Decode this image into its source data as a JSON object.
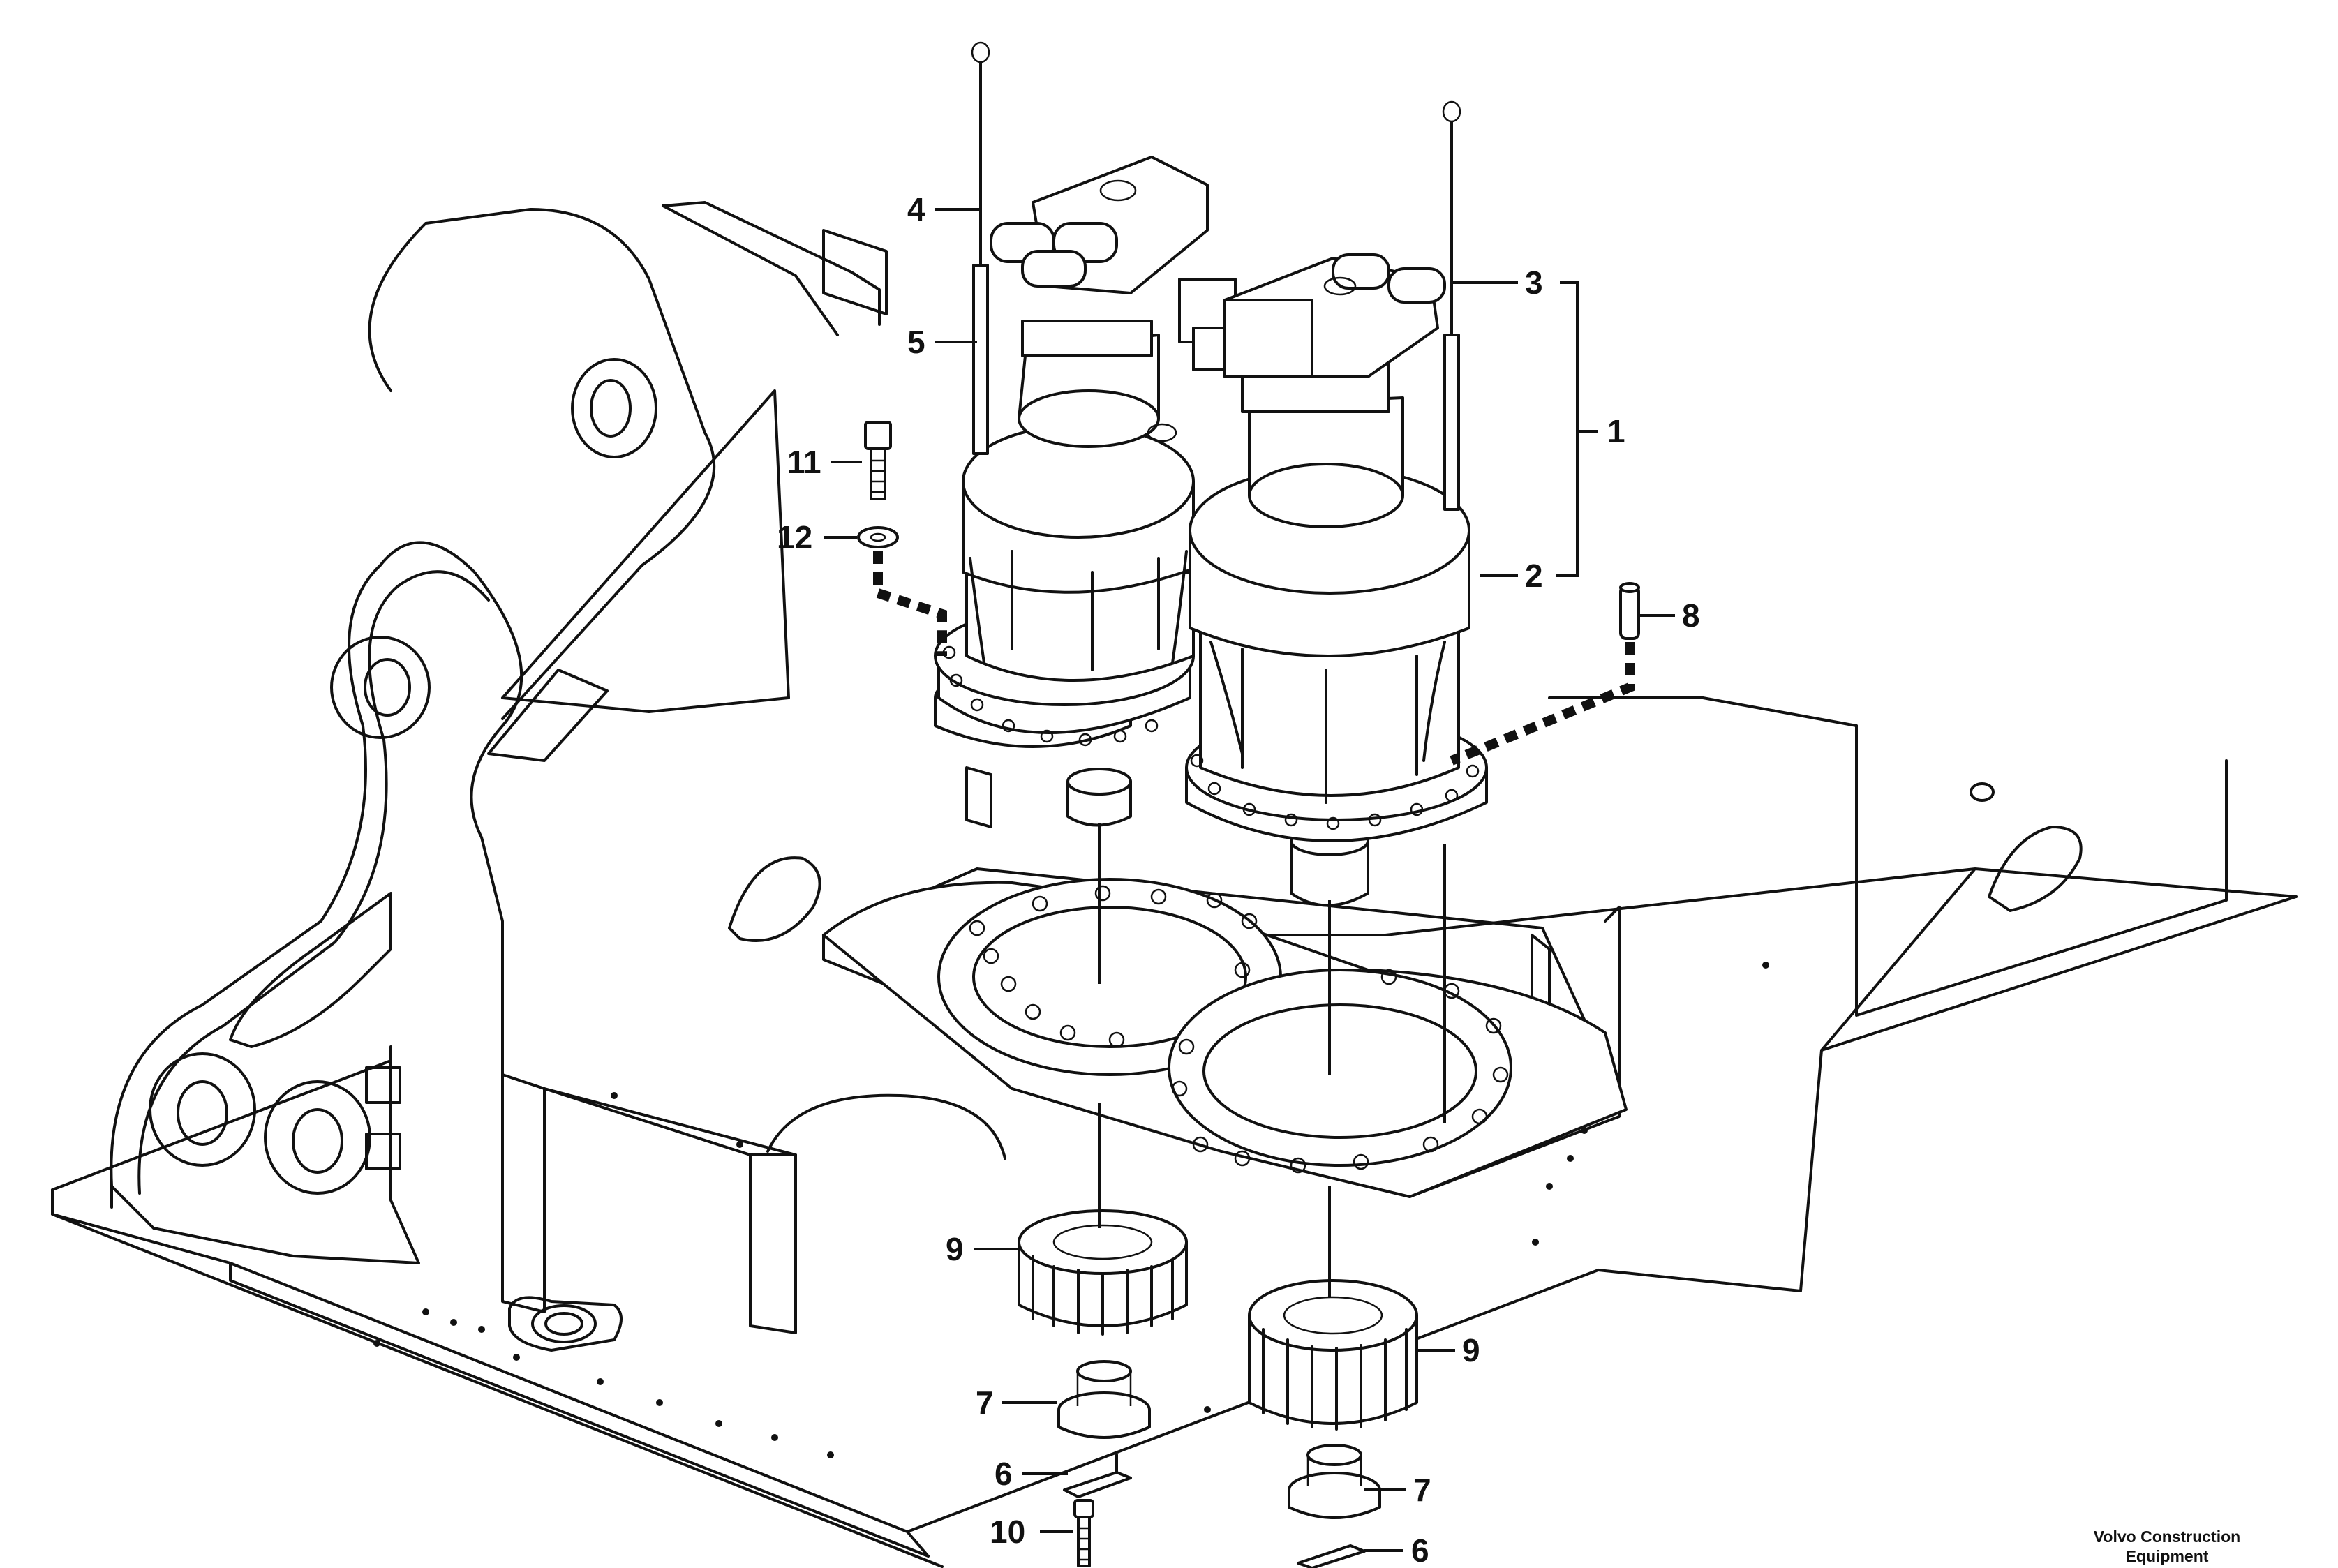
{
  "callouts": {
    "c1": "1",
    "c2": "2",
    "c3": "3",
    "c4": "4",
    "c5": "5",
    "c6a": "6",
    "c6b": "6",
    "c7a": "7",
    "c7b": "7",
    "c8": "8",
    "c9a": "9",
    "c9b": "9",
    "c10": "10",
    "c11": "11",
    "c12": "12"
  },
  "brand": {
    "line1": "Volvo Construction",
    "line2": "Equipment"
  },
  "colors": {
    "stroke": "#111111",
    "background": "#ffffff"
  }
}
